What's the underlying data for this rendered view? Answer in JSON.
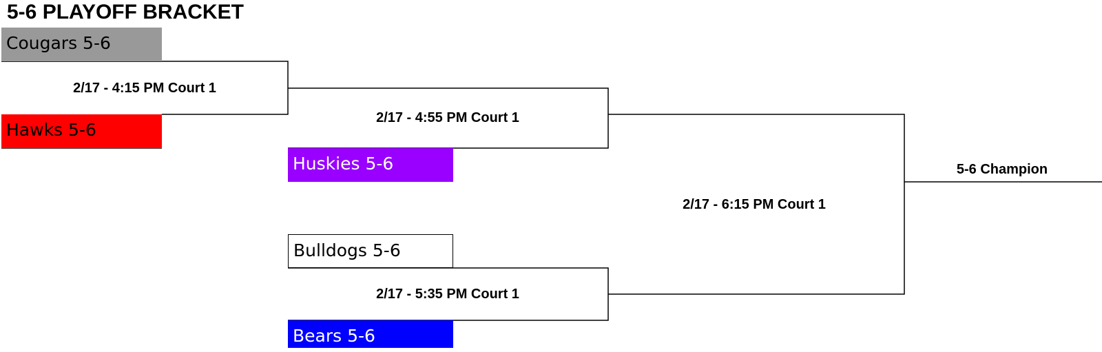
{
  "title": "5-6 PLAYOFF BRACKET",
  "teams": [
    {
      "name": "Cougars 5-6",
      "fill": "#999999",
      "text_color": "#000000"
    },
    {
      "name": "Hawks 5-6",
      "fill": "#ff0000",
      "text_color": "#000000"
    },
    {
      "name": "Huskies 5-6",
      "fill": "#9900ff",
      "text_color": "#ffffff"
    },
    {
      "name": "Bulldogs 5-6",
      "fill": "#ffffff",
      "text_color": "#000000"
    },
    {
      "name": "Bears 5-6",
      "fill": "#0000ff",
      "text_color": "#ffffff"
    }
  ],
  "games": [
    {
      "label": "2/17 - 4:15 PM Court 1"
    },
    {
      "label": "2/17 - 4:55 PM Court 1"
    },
    {
      "label": "2/17 - 5:35 PM Court 1"
    },
    {
      "label": "2/17 - 6:15 PM Court 1"
    }
  ],
  "champion": {
    "label": "5-6 Champion"
  }
}
